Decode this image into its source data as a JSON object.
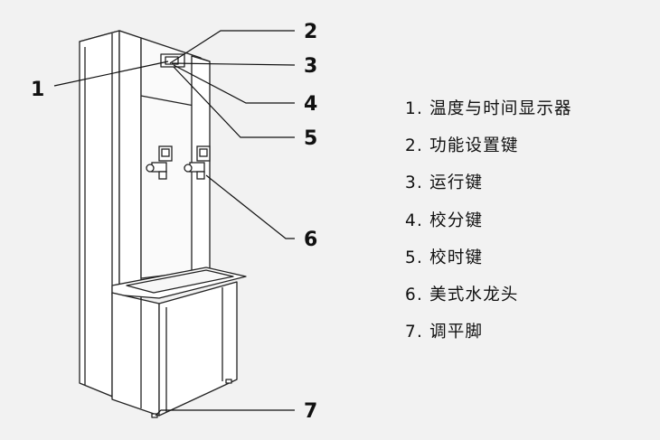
{
  "callouts": [
    "1",
    "2",
    "3",
    "4",
    "5",
    "6",
    "7"
  ],
  "legend": [
    "1. 温度与时间显示器",
    "2. 功能设置键",
    "3. 运行键",
    "4. 校分键",
    "5. 校时键",
    "6. 美式水龙头",
    "7. 调平脚"
  ],
  "colors": {
    "background": "#f2f2f2",
    "line": "#222222",
    "panel": "#ffffff"
  }
}
